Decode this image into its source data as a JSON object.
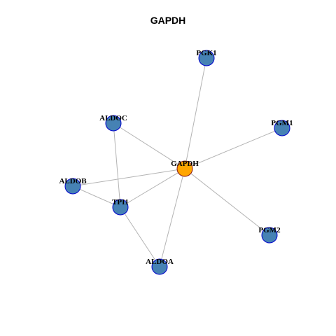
{
  "title": "GAPDH",
  "colors": {
    "hub_fill": "#FFA500",
    "hub_stroke": "#8B1A1A",
    "node_fill": "#4682B4",
    "node_stroke": "#0000CD",
    "edge": "#B3B3B3"
  },
  "nodes": [
    {
      "id": "GAPDH",
      "label": "GAPDH",
      "hub": true
    },
    {
      "id": "PGK1",
      "label": "PGK1"
    },
    {
      "id": "ALDOC",
      "label": "ALDOC"
    },
    {
      "id": "PGM1",
      "label": "PGM1"
    },
    {
      "id": "ALDOB",
      "label": "ALDOB"
    },
    {
      "id": "TPI1",
      "label": "TPI1"
    },
    {
      "id": "PGM2",
      "label": "PGM2"
    },
    {
      "id": "ALDOA",
      "label": "ALDOA"
    }
  ],
  "edges": [
    [
      "GAPDH",
      "PGK1"
    ],
    [
      "GAPDH",
      "ALDOC"
    ],
    [
      "GAPDH",
      "PGM1"
    ],
    [
      "GAPDH",
      "ALDOB"
    ],
    [
      "GAPDH",
      "TPI1"
    ],
    [
      "GAPDH",
      "PGM2"
    ],
    [
      "GAPDH",
      "ALDOA"
    ],
    [
      "ALDOC",
      "TPI1"
    ],
    [
      "ALDOB",
      "TPI1"
    ],
    [
      "TPI1",
      "ALDOA"
    ]
  ]
}
